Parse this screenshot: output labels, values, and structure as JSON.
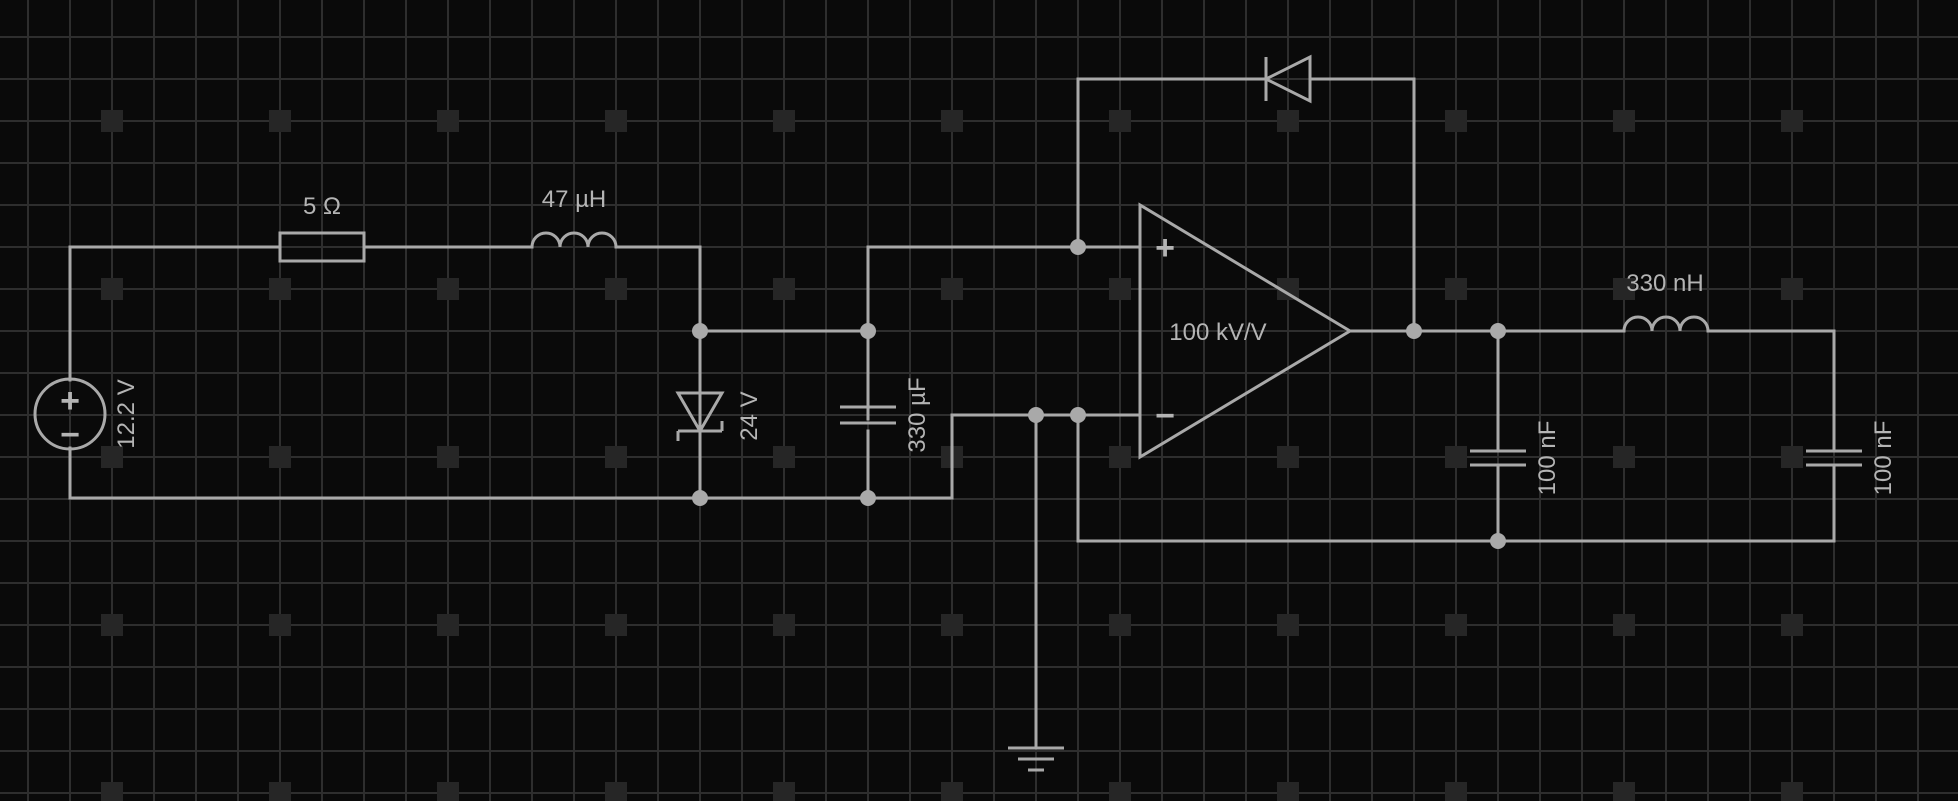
{
  "colors": {
    "background": "#0a0a0a",
    "wire": "#a9a9a9",
    "text": "#b4b4b4",
    "grid": "#2e2e2e"
  },
  "source": {
    "value": "12.2 V"
  },
  "resistor": {
    "value": "5 Ω"
  },
  "inductor1": {
    "value": "47 µH"
  },
  "zener": {
    "value": "24 V"
  },
  "capacitor1": {
    "value": "330 µF"
  },
  "opamp": {
    "gain": "100 kV/V",
    "plus": "+",
    "minus": "−"
  },
  "inductor2": {
    "value": "330 nH"
  },
  "capacitor2": {
    "value": "100 nF"
  },
  "capacitor3": {
    "value": "100 nF"
  }
}
